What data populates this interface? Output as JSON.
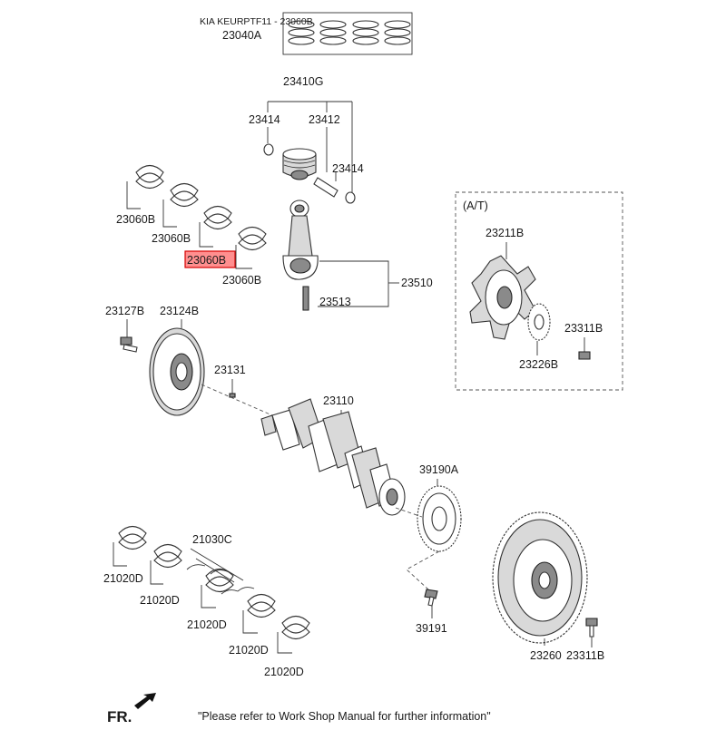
{
  "header": {
    "kit_label": "KIA KEURPTF11 - 23060B",
    "ring_set": "23040A"
  },
  "piston": {
    "assembly": "23410G",
    "clip_left": "23414",
    "pin": "23412",
    "clip_right": "23414"
  },
  "rod_bearings": [
    "23060B",
    "23060B",
    "23060B",
    "23060B"
  ],
  "rod": {
    "assembly": "23510",
    "bolt": "23513"
  },
  "pulley": {
    "bolt": "23127B",
    "pulley": "23124B",
    "key": "23131"
  },
  "crankshaft": "23110",
  "sensor_wheel": "39190A",
  "sensor_screw": "39191",
  "main_bearings": [
    "21020D",
    "21020D",
    "21020D",
    "21020D",
    "21020D"
  ],
  "thrust_washer": "21030C",
  "at_box": {
    "title": "(A/T)",
    "drive_plate": "23211B",
    "adapter_plate": "23226B",
    "bolt": "23311B"
  },
  "flywheel": {
    "flywheel": "23260",
    "bolt": "23311B"
  },
  "footer": {
    "fr_label": "FR.",
    "note": "\"Please refer to Work Shop Manual for further information\""
  }
}
